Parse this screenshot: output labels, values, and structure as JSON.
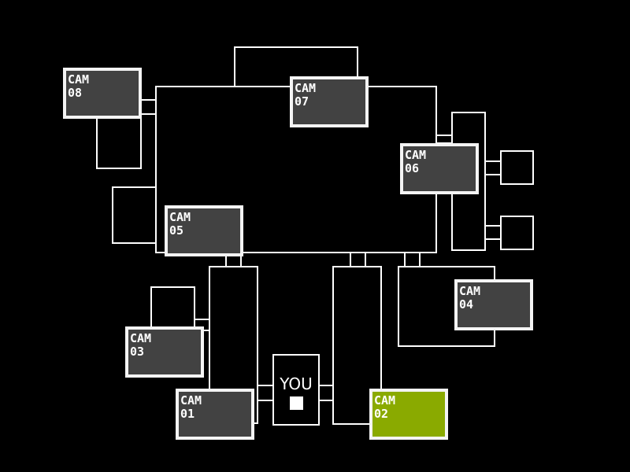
{
  "office": {
    "label": "YOU"
  },
  "cameras": [
    {
      "id": "08",
      "line1": "CAM",
      "line2": "08",
      "active": false
    },
    {
      "id": "07",
      "line1": "CAM",
      "line2": "07",
      "active": false
    },
    {
      "id": "06",
      "line1": "CAM",
      "line2": "06",
      "active": false
    },
    {
      "id": "05",
      "line1": "CAM",
      "line2": "05",
      "active": false
    },
    {
      "id": "04",
      "line1": "CAM",
      "line2": "04",
      "active": false
    },
    {
      "id": "03",
      "line1": "CAM",
      "line2": "03",
      "active": false
    },
    {
      "id": "01",
      "line1": "CAM",
      "line2": "01",
      "active": false
    },
    {
      "id": "02",
      "line1": "CAM",
      "line2": "02",
      "active": true
    }
  ],
  "colors": {
    "active": "#8aaa00",
    "inactive": "#424242"
  }
}
